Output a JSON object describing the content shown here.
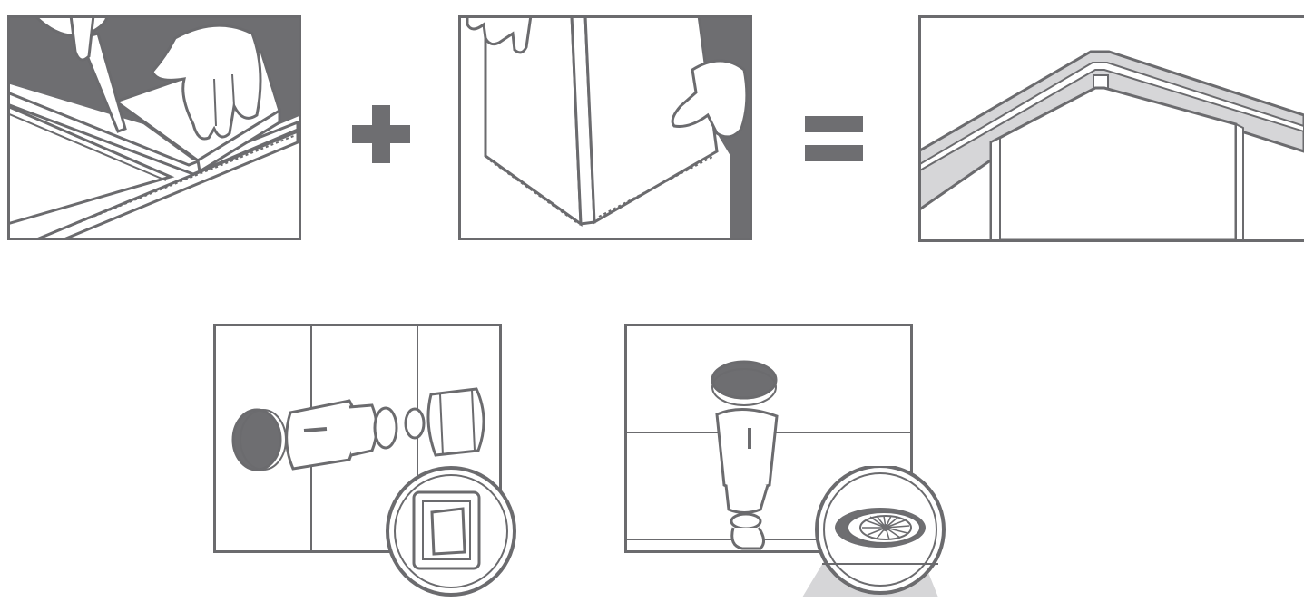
{
  "colors": {
    "stroke": "#6b6b6e",
    "fill_dark": "#6e6e71",
    "fill_light": "#d6d6d8",
    "background": "#ffffff"
  },
  "steps": [
    {
      "name": "cut-panel",
      "icon": "knife-cutting-panel-icon"
    },
    {
      "name": "fold-panel",
      "icon": "folding-panel-icon"
    },
    {
      "name": "corner-trim",
      "icon": "ceiling-corner-trim-icon"
    }
  ],
  "operators": [
    "plus-sign-icon",
    "equals-sign-icon"
  ],
  "details": [
    {
      "name": "wall-switch-mount",
      "icon": "light-switch-zoom-icon"
    },
    {
      "name": "ceiling-spotlight-mount",
      "icon": "downlight-zoom-icon"
    }
  ]
}
